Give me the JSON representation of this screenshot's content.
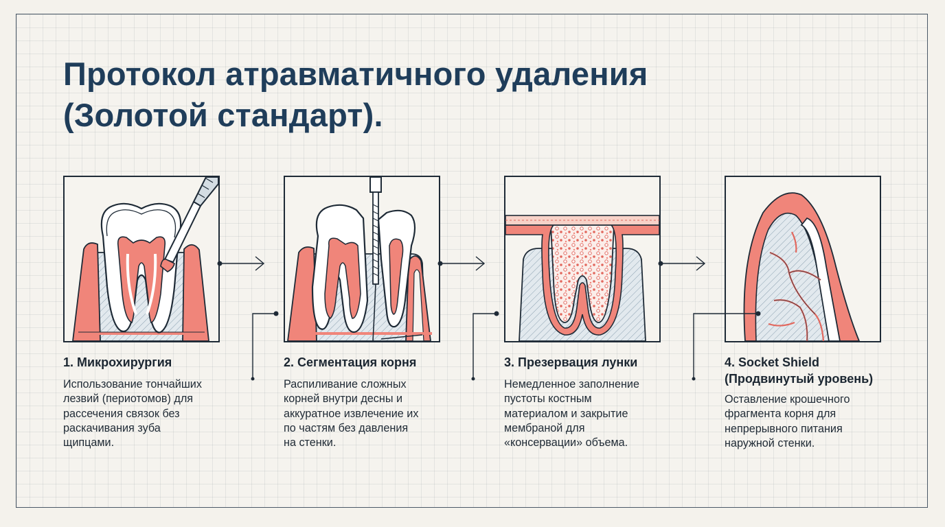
{
  "title": {
    "line1": "Протокол атравматичного удаления",
    "line2": "(Золотой стандарт)."
  },
  "colors": {
    "title": "#1f3d5a",
    "outline": "#1e2a36",
    "gum": "#f0857a",
    "bone_fill": "#dfe7ec",
    "background": "#f5f3ee"
  },
  "steps": [
    {
      "title": "1. Микрохирургия",
      "desc": [
        "Использование тончайших",
        "лезвий (периотомов) для",
        "рассечения связок без",
        "раскачивания зуба",
        "щипцами."
      ]
    },
    {
      "title": "2. Сегментация корня",
      "desc": [
        "Распиливание сложных",
        "корней внутри десны и",
        "аккуратное извлечение их",
        "по частям без давления",
        "на стенки."
      ]
    },
    {
      "title": "3. Презервация лунки",
      "desc": [
        "Немедленное заполнение",
        "пустоты костным",
        "материалом и закрытие",
        "мембраной для",
        "«консервации» объема."
      ]
    },
    {
      "title_lines": [
        "4. Socket Shield",
        "(Продвинутый уровень)"
      ],
      "desc": [
        "Оставление крошечного",
        "фрагмента корня для",
        "непрерывного питания",
        "наружной стенки."
      ]
    }
  ]
}
